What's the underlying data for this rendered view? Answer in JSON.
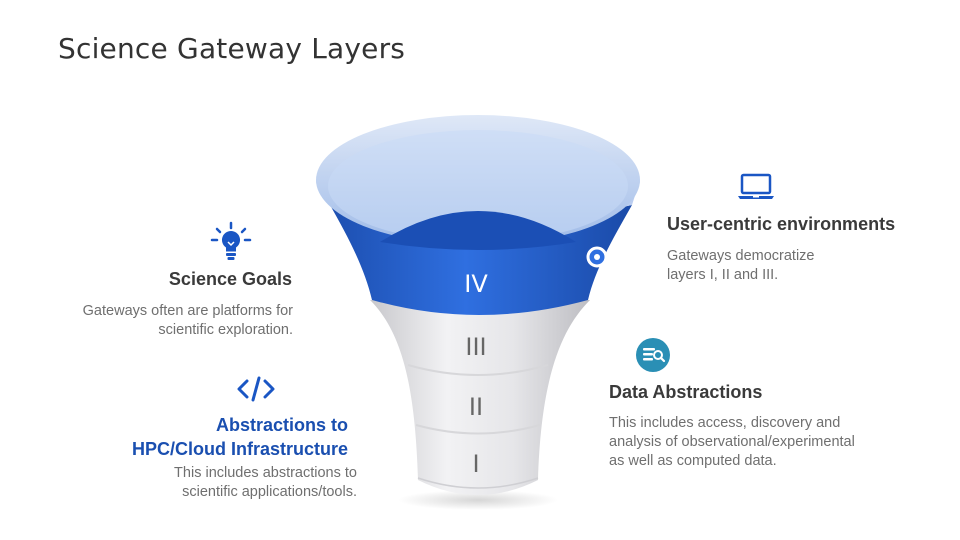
{
  "slide": {
    "title": "Science Gateway Layers"
  },
  "funnel": {
    "layers": [
      "IV",
      "III",
      "II",
      "I"
    ]
  },
  "left_blocks": [
    {
      "icon": "lightbulb-icon",
      "title": "Science Goals",
      "desc_lines": [
        "Gateways often are platforms for",
        "scientific exploration."
      ]
    },
    {
      "icon": "code-icon",
      "title_lines": [
        "Abstractions to",
        "HPC/Cloud Infrastructure"
      ],
      "desc_lines": [
        "This includes abstractions to",
        "scientific applications/tools."
      ]
    }
  ],
  "right_blocks": [
    {
      "icon": "laptop-icon",
      "title": "User-centric environments",
      "desc_lines": [
        "Gateways democratize",
        "layers I, II and III."
      ]
    },
    {
      "icon": "data-search-icon",
      "title": "Data Abstractions",
      "desc_lines": [
        "This includes access, discovery and",
        "analysis of observational/experimental",
        "as well as computed data."
      ]
    }
  ],
  "colors": {
    "accent_blue": "#1a56c4",
    "title_blue": "#1a4fb0",
    "icon_teal": "#2a8fb5"
  }
}
